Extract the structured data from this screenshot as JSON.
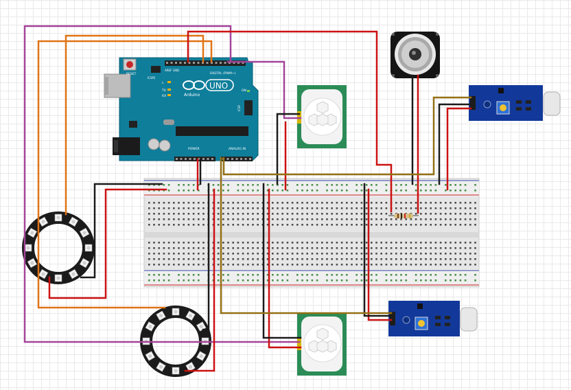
{
  "arduino": {
    "logo_brand": "UNO",
    "logo_maker": "Arduino",
    "reset_label": "RESET",
    "icsp_label": "ICSP",
    "icsp2_label": "ICSP2",
    "aref_label": "AREF",
    "gnd_label": "GND",
    "digital_label": "DIGITAL (PWM~)",
    "power_label": "POWER",
    "analog_label": "ANALOG IN",
    "tx_label": "TX",
    "rx_label": "RX",
    "l_label": "L",
    "on_label": "ON"
  },
  "colors": {
    "arduino": "#0f7e9b",
    "wire_red": "#cc1111",
    "wire_black": "#1a1a1a",
    "wire_orange": "#e07314",
    "wire_purple": "#a3449a",
    "wire_olive": "#947014",
    "sensor_blue": "#12389a",
    "pir_green": "#2b8c57"
  },
  "components": {
    "arduino": "arduino-uno",
    "pir": "pir-motion-sensor",
    "sound": "sound-sensor-module",
    "ring": "neopixel-ring",
    "speaker": "speaker",
    "resistor": "resistor",
    "breadboard": "breadboard"
  }
}
